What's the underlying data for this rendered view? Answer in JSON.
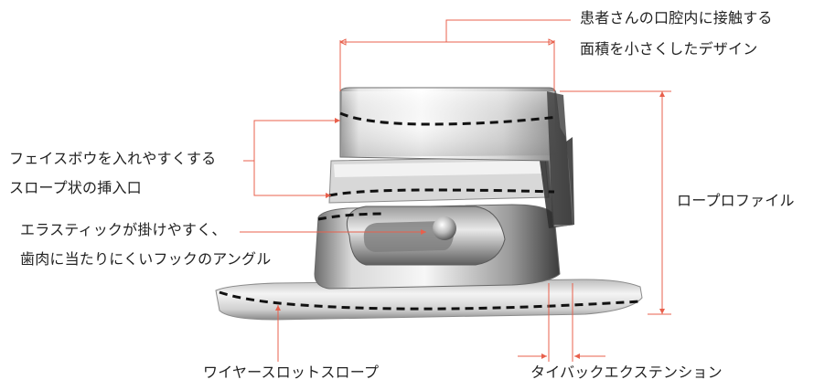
{
  "labels": {
    "top_right_line1": "患者さんの口腔内に接触する",
    "top_right_line2": "面積を小さくしたデザイン",
    "left_mid_line1": "フェイスボウを入れやすくする",
    "left_mid_line2": "スロープ状の挿入口",
    "left_low_line1": "エラスティックが掛けやすく、",
    "left_low_line2": "歯肉に当たりにくいフックのアングル",
    "right_mid": "ロープロファイル",
    "bottom_left": "ワイヤースロットスロープ",
    "bottom_right": "タイバックエクステンション"
  },
  "colors": {
    "leader": "#e8604c",
    "dash": "#111111",
    "metal_light": "#f2f2f2",
    "metal_dark": "#3a3a3a",
    "text": "#222222"
  }
}
